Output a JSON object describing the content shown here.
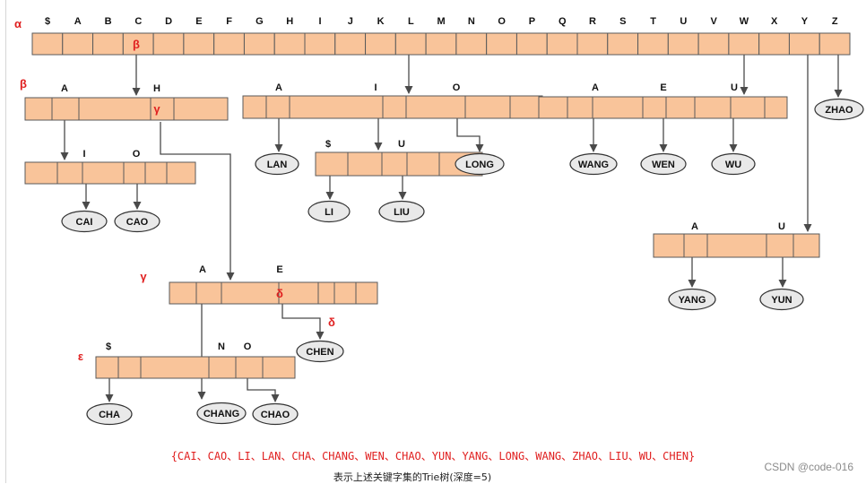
{
  "colors": {
    "cell_fill": "#f9c49a",
    "cell_stroke": "#5a5a5a",
    "leaf_fill": "#e9e9e9",
    "pointer_red": "#e02020",
    "edge": "#4a4a4a"
  },
  "root": {
    "name": "α",
    "labels": [
      "$",
      "A",
      "B",
      "C",
      "D",
      "E",
      "F",
      "G",
      "H",
      "I",
      "J",
      "K",
      "L",
      "M",
      "N",
      "O",
      "P",
      "Q",
      "R",
      "S",
      "T",
      "U",
      "V",
      "W",
      "X",
      "Y",
      "Z"
    ]
  },
  "nodes": {
    "beta": {
      "name": "β",
      "labels": [
        "A",
        "H"
      ]
    },
    "beta_a": {
      "labels": [
        "I",
        "O"
      ]
    },
    "gamma": {
      "name": "γ",
      "labels": [
        "A",
        "E"
      ]
    },
    "epsilon": {
      "name": "ε",
      "labels": [
        "$",
        "N",
        "O"
      ]
    },
    "l_node": {
      "labels": [
        "A",
        "I",
        "O"
      ]
    },
    "li_node": {
      "labels": [
        "$",
        "U"
      ]
    },
    "w_node": {
      "labels": [
        "A",
        "E",
        "U"
      ]
    },
    "y_node": {
      "labels": [
        "A",
        "U"
      ]
    }
  },
  "inline_pointers": {
    "root_c": "β",
    "beta_h": "γ",
    "gamma_e": "δ",
    "chen_tag": "δ"
  },
  "leaves": {
    "cai": "CAI",
    "cao": "CAO",
    "lan": "LAN",
    "li": "LI",
    "liu": "LIU",
    "long": "LONG",
    "wang": "WANG",
    "wen": "WEN",
    "wu": "WU",
    "zhao": "ZHAO",
    "yang": "YANG",
    "yun": "YUN",
    "chen": "CHEN",
    "cha": "CHA",
    "chang": "CHANG",
    "chao": "CHAO"
  },
  "caption_set": "{CAI、CAO、LI、LAN、CHA、CHANG、WEN、CHAO、YUN、YANG、LONG、WANG、ZHAO、LIU、WU、CHEN}",
  "caption_desc": "表示上述关键字集的Trie树(深度=5)",
  "watermark": "CSDN @code-016"
}
